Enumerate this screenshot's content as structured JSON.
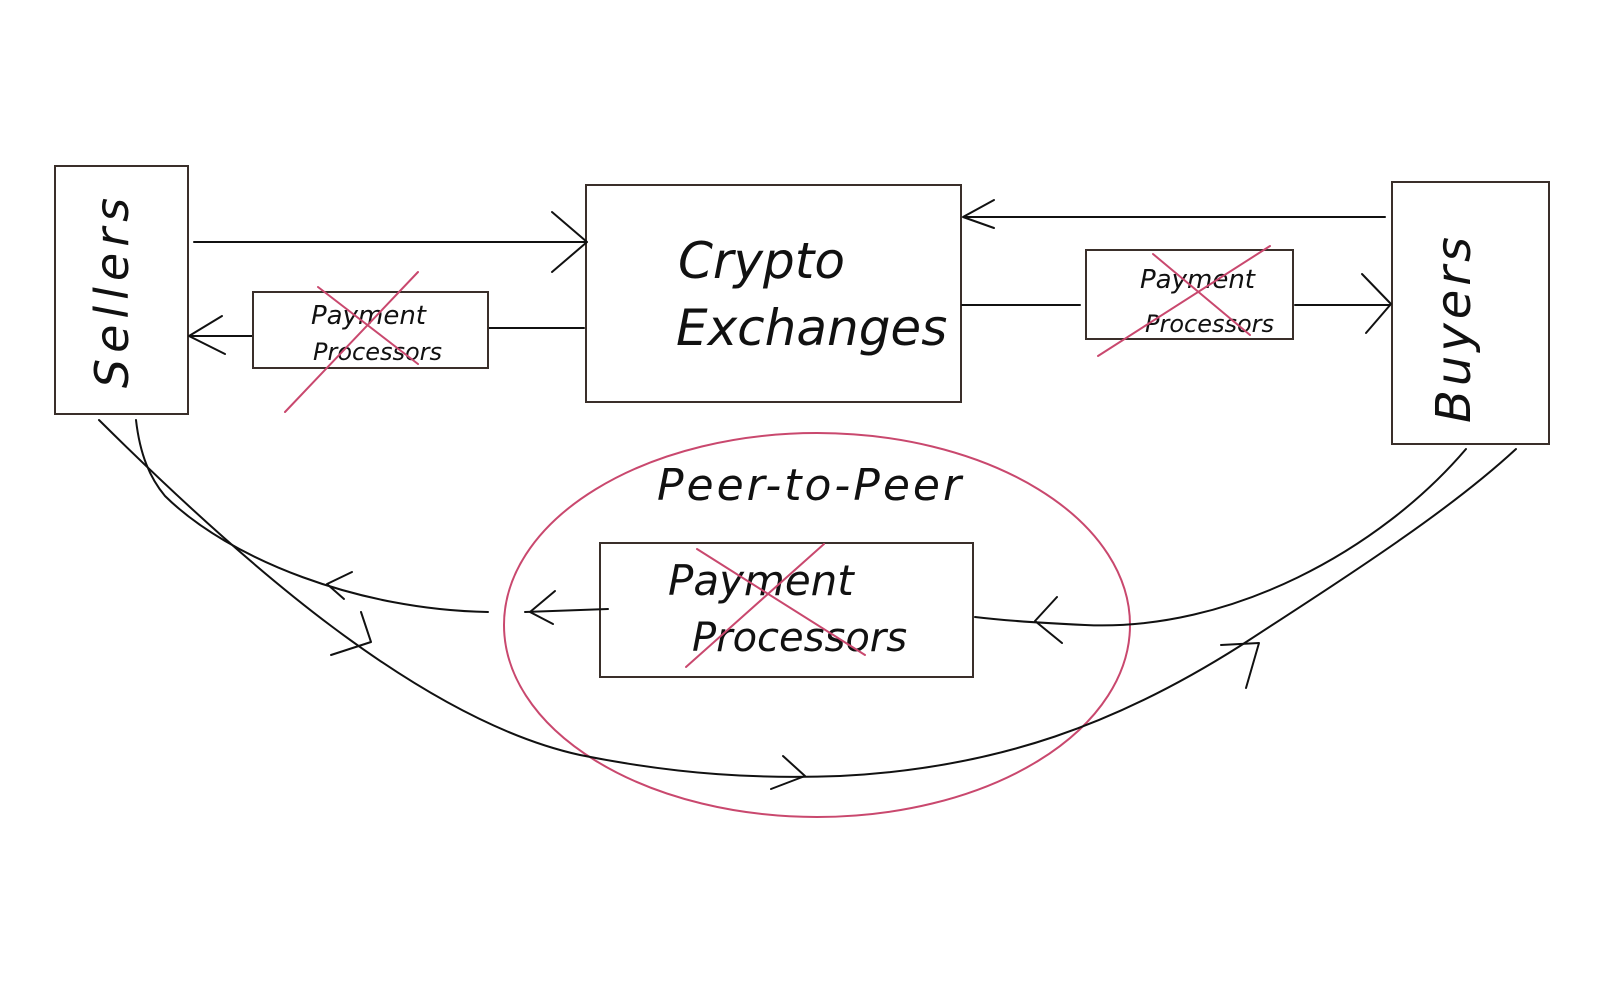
{
  "colors": {
    "ink": "#111111",
    "box_stroke": "#3a2f2a",
    "highlight": "#c9486e"
  },
  "nodes": {
    "sellers": "Sellers",
    "buyers": "Buyers",
    "crypto_exchanges": [
      "Crypto",
      "Exchanges"
    ],
    "peer_to_peer": "Peer-to-Peer"
  },
  "payment_processors": {
    "line1": "Payment",
    "line2": "Processors",
    "status": "crossed-out"
  }
}
